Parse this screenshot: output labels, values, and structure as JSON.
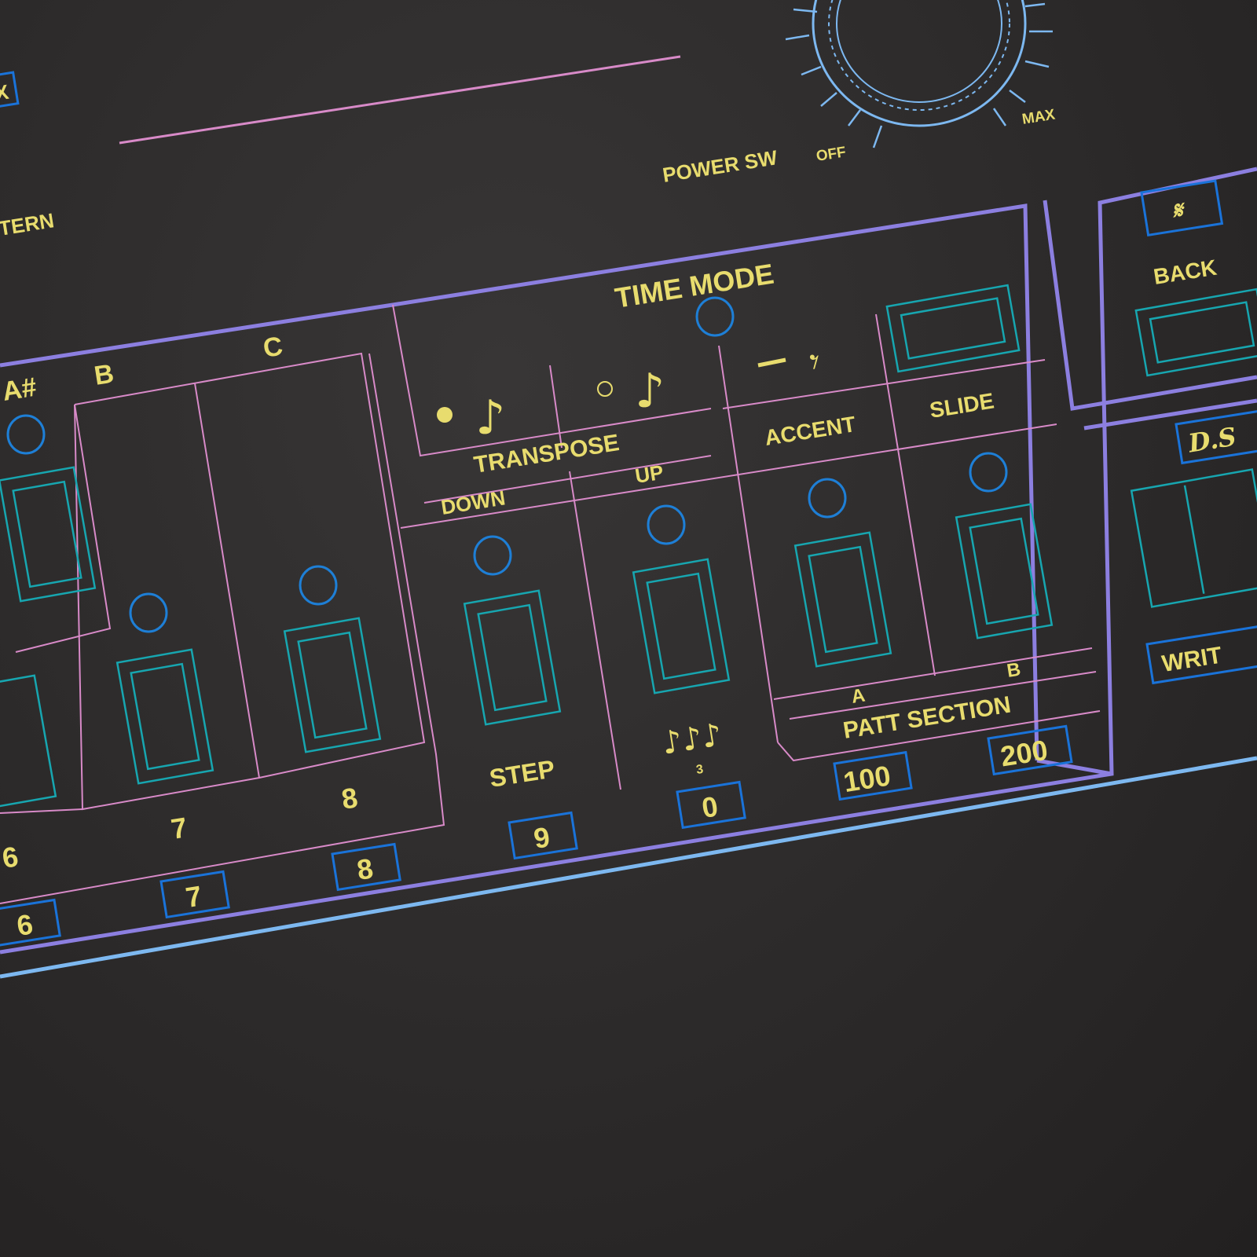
{
  "power": {
    "label": "POWER SW",
    "off": "OFF",
    "max": "MAX"
  },
  "fragments": {
    "top_box": "X",
    "pattern": "TERN"
  },
  "time_mode": {
    "title": "TIME MODE"
  },
  "notes": {
    "a_sharp": "A#",
    "b": "B",
    "c": "C"
  },
  "transpose": {
    "title": "TRANSPOSE",
    "down": "DOWN",
    "up": "UP"
  },
  "accent": "ACCENT",
  "slide": "SLIDE",
  "back": "BACK",
  "ds": "D.S",
  "segno": "𝄋",
  "write": "WRIT",
  "step": "STEP",
  "triplet": "3",
  "triplet_notes": "♪♪♪",
  "numbers": [
    "6",
    "7",
    "8"
  ],
  "number_keys": [
    "6",
    "7",
    "8",
    "9",
    "0",
    "100",
    "200"
  ],
  "patt_section": {
    "title": "PATT SECTION",
    "a": "A",
    "b": "B"
  },
  "colors": {
    "background": "#2c2a2a",
    "text": "#e8dc6e",
    "button": "#17a6b0",
    "led": "#1e7fd6",
    "panel_line": "#8c7fe0",
    "divider": "#d88ac8",
    "outer_line": "#7db8f0"
  }
}
